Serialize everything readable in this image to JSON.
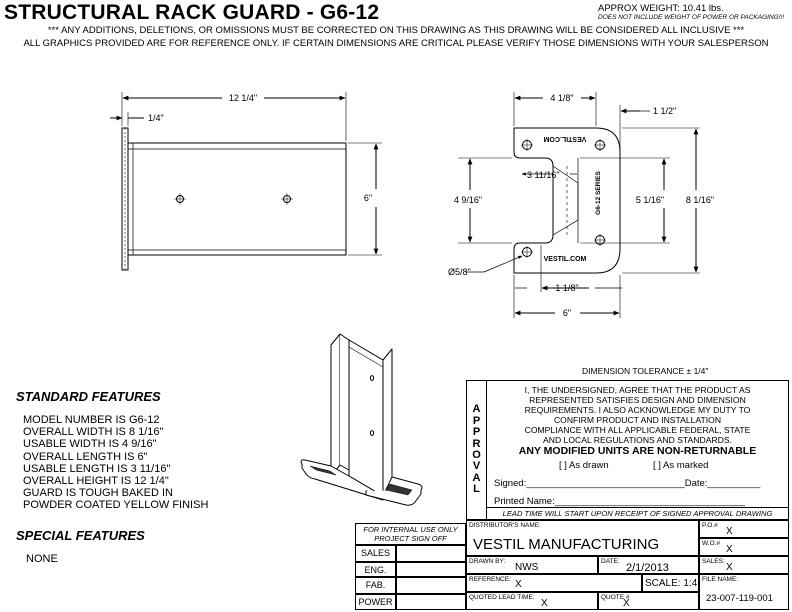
{
  "header": {
    "title": "STRUCTURAL RACK GUARD - G6-12",
    "weight": "APPROX WEIGHT: 10.41 lbs.",
    "weight_note": "DOES NOT INCLUDE WEIGHT OF POWER OR PACKAGING!!!",
    "disclaimer_1": "*** ANY ADDITIONS, DELETIONS, OR OMISSIONS MUST BE CORRECTED ON THIS DRAWING AS THIS DRAWING WILL BE CONSIDERED ALL INCLUSIVE ***",
    "disclaimer_2": "ALL GRAPHICS PROVIDED ARE FOR REFERENCE ONLY. IF CERTAIN DIMENSIONS ARE CRITICAL PLEASE VERIFY THOSE DIMENSIONS WITH YOUR SALESPERSON"
  },
  "side_view": {
    "dim_length": "12 1/4\"",
    "dim_thickness": "1/4\"",
    "dim_height": "6\""
  },
  "top_view": {
    "dim_top": "4 1/8\"",
    "dim_corner": "1 1/2\"",
    "dim_usable_length": "3 11/16\"",
    "dim_usable_width": "4 9/16\"",
    "dim_inner": "5 1/16\"",
    "dim_overall": "8 1/16\"",
    "dim_hole": "Ø5/8\"",
    "dim_hole_offset": "1 1/8\"",
    "dim_length": "6\"",
    "plate_text_top": "VESTIL.COM",
    "plate_text_side": "G6-12 SERIES",
    "plate_text_bottom": "VESTIL.COM"
  },
  "standard_features": {
    "heading": "STANDARD FEATURES",
    "items": [
      "MODEL NUMBER IS G6-12",
      "OVERALL WIDTH IS 8 1/16\"",
      "USABLE WIDTH IS 4 9/16\"",
      "OVERALL LENGTH IS 6\"",
      "USABLE LENGTH IS 3 11/16\"",
      "OVERALL HEIGHT IS 12 1/4\"",
      "GUARD IS TOUGH BAKED IN",
      "POWDER COATED YELLOW FINISH"
    ]
  },
  "special_features": {
    "heading": "SPECIAL FEATURES",
    "value": "NONE"
  },
  "tolerance": "DIMENSION TOLERANCE ± 1/4\"",
  "approval": {
    "vertical": [
      "A",
      "P",
      "P",
      "R",
      "O",
      "V",
      "A",
      "L"
    ],
    "statement": [
      "I, THE UNDERSIGNED, AGREE THAT THE PRODUCT AS",
      "REPRESENTED SATISFIES DESIGN AND DIMENSION",
      "REQUIREMENTS. I ALSO ACKNOWLEDGE MY DUTY TO",
      "CONFIRM PRODUCT AND INSTALLATION",
      "COMPLIANCE WITH ALL APPLICABLE FEDERAL, STATE",
      "AND LOCAL REGULATIONS AND STANDARDS."
    ],
    "warning": "ANY MODIFIED UNITS ARE NON-RETURNABLE",
    "as_drawn": "[ ] As drawn",
    "as_marked": "[ ] As marked",
    "signed": "Signed:______________________________Date:__________",
    "printed_name": "Printed Name:____________________________________",
    "lead_time": "LEAD TIME WILL START UPON RECEIPT OF SIGNED APPROVAL DRAWING"
  },
  "title_block": {
    "internal_use": "FOR INTERNAL USE ONLY",
    "project_sign_off": "PROJECT SIGN OFF",
    "sign_rows": [
      "SALES",
      "ENG.",
      "FAB.",
      "POWER"
    ],
    "distributor_label": "DISTRIBUTOR'S NAME:",
    "distributor": "VESTIL MANUFACTURING",
    "po_label": "P.O.#",
    "po": "X",
    "wo_label": "W.O.#",
    "wo": "X",
    "drawn_by_label": "DRAWN BY:",
    "drawn_by": "NWS",
    "date_label": "DATE:",
    "date": "2/1/2013",
    "sales_label": "SALES:",
    "sales": "X",
    "reference_label": "REFERENCE:",
    "reference": "X",
    "scale": "SCALE: 1:4",
    "file_name_label": "FILE NAME:",
    "file_name": "23-007-119-001",
    "quoted_lead_label": "QUOTED LEAD TIME:",
    "quoted_lead": "X",
    "quote_label": "QUOTE #",
    "quote": "X"
  }
}
